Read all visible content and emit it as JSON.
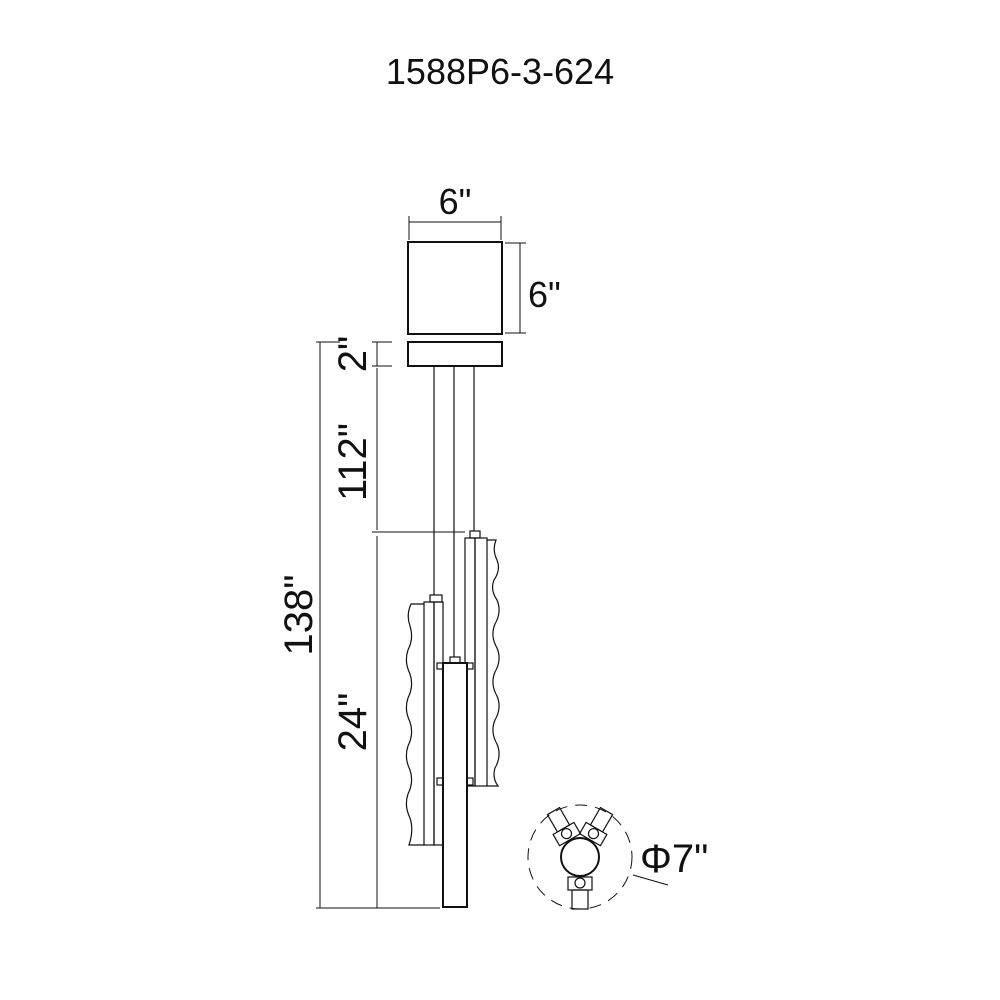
{
  "title": "1588P6-3-624",
  "dimensions": {
    "canopy_width": "6\"",
    "canopy_height": "6\"",
    "plate_height": "2\"",
    "cable_length": "112\"",
    "overall_height": "138\"",
    "fixture_height": "24\"",
    "diameter": "Φ7\""
  },
  "colors": {
    "line": "#111111",
    "background": "#ffffff"
  }
}
